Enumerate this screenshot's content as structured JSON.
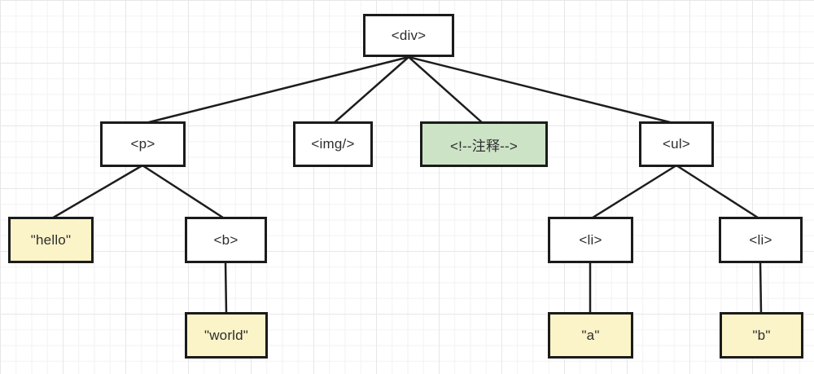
{
  "diagram": {
    "title": "dom-tree",
    "nodes": {
      "div": {
        "label": "<div>",
        "kind": "element"
      },
      "p": {
        "label": "<p>",
        "kind": "element"
      },
      "img": {
        "label": "<img/>",
        "kind": "element"
      },
      "comment": {
        "label": "<!--注释-->",
        "kind": "comment"
      },
      "ul": {
        "label": "<ul>",
        "kind": "element"
      },
      "hello": {
        "label": "\"hello\"",
        "kind": "text"
      },
      "b": {
        "label": "<b>",
        "kind": "element"
      },
      "li1": {
        "label": "<li>",
        "kind": "element"
      },
      "li2": {
        "label": "<li>",
        "kind": "element"
      },
      "world": {
        "label": "\"world\"",
        "kind": "text"
      },
      "a_text": {
        "label": "\"a\"",
        "kind": "text"
      },
      "b_text": {
        "label": "\"b\"",
        "kind": "text"
      }
    },
    "edges": [
      [
        "div",
        "p"
      ],
      [
        "div",
        "img"
      ],
      [
        "div",
        "comment"
      ],
      [
        "div",
        "ul"
      ],
      [
        "p",
        "hello"
      ],
      [
        "p",
        "b"
      ],
      [
        "b",
        "world"
      ],
      [
        "ul",
        "li1"
      ],
      [
        "ul",
        "li2"
      ],
      [
        "li1",
        "a_text"
      ],
      [
        "li2",
        "b_text"
      ]
    ],
    "colors": {
      "element_fill": "#ffffff",
      "text_node_fill": "#fbf4c8",
      "comment_fill": "#cde3c6",
      "border": "#1b1b1b",
      "edge_line": "#1d1d1d",
      "grid_minor": "#f2f2f2",
      "grid_major": "#e7e7e7"
    }
  }
}
